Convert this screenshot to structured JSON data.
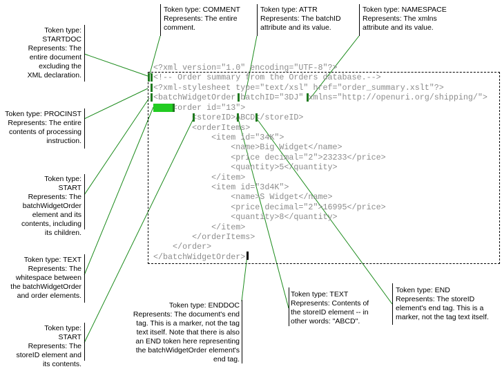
{
  "annotations": {
    "startdoc": "Token type:\nSTARTDOC\nRepresents: The\nentire document\nexcluding the\nXML declaration.",
    "procinst": "Token type: PROCINST\nRepresents: The entire\ncontents of processing\ninstruction.",
    "start_order": "Token type:\nSTART\nRepresents: The\nbatchWidgetOrder\nelement and its\ncontents, including\nits children.",
    "text_ws": "Token type: TEXT\nRepresents: The\nwhitespace between\nthe batchWidgetOrder\nand order elements.",
    "start_store": "Token type:\nSTART\nRepresents: The\nstoreID element and\nits contents.",
    "comment": "Token type: COMMENT\nRepresents: The entire\ncomment.",
    "attr": "Token type: ATTR\nRepresents: The batchID\nattribute and its value.",
    "namespace": "Token type: NAMESPACE\nRepresents: The xmlns\nattribute and its value.",
    "enddoc": "Token type: ENDDOC\nRepresents: The document's end\ntag. This is a marker, not the tag\ntext itself. Note that there is also\nan END token here representing\nthe batchWidgetOrder element's\nend tag.",
    "text_store": "Token type: TEXT\nRepresents: Contents of\nthe storeID element -- in\nother words: \"ABCD\".",
    "end_store": "Token type: END\nRepresents: The storeID\nelement's end tag. This is a\nmarker, not the tag text itself."
  },
  "code_lines": [
    "<?xml version=\"1.0\" encoding=\"UTF-8\"?>",
    "<!-- Order summary from the Orders database.-->",
    "<?xml-stylesheet type=\"text/xsl\" href=\"order_summary.xslt\"?>",
    "<batchWidgetOrder batchID=\"3DJ\" xmlns=\"http://openuri.org/shipping/\">",
    "    <order id=\"13\">",
    "        <storeID>ABCD</storeID>",
    "        <orderItems>",
    "            <item id=\"34K\">",
    "                <name>Big Widget</name>",
    "                <price decimal=\"2\">23233</price>",
    "                <quantity>5</quantity>",
    "            </item>",
    "            <item id=\"3d4K\">",
    "                <name>S Widget</name>",
    "                <price decimal=\"2\">16995</price>",
    "                <quantity>8</quantity>",
    "            </item>",
    "        </orderItems>",
    "    </order>",
    "</batchWidgetOrder>"
  ],
  "colors": {
    "leader_line": "#1a8a1a",
    "token_marker": "#1f7a1f",
    "text_marker": "#22cc22",
    "code_text": "#8c8c8c"
  }
}
